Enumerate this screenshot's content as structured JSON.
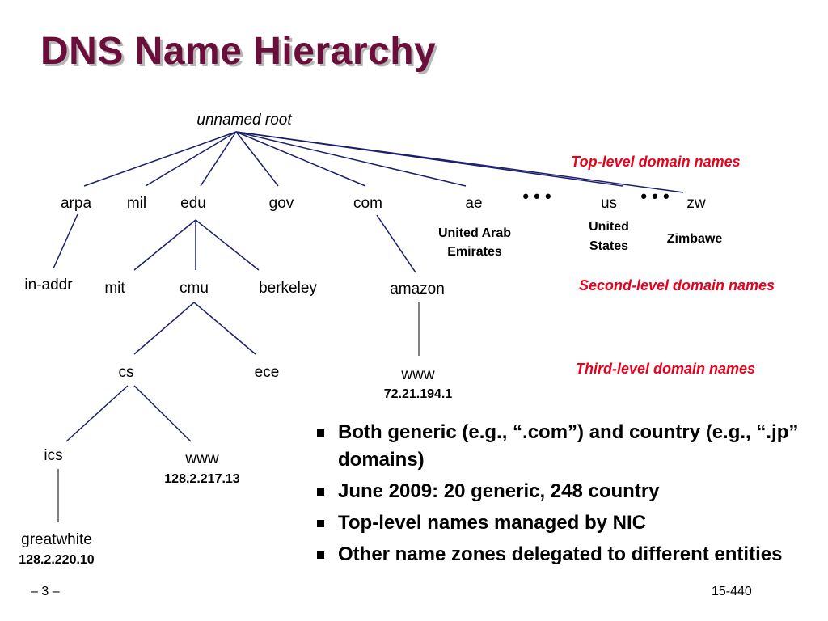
{
  "title": "DNS Name Hierarchy",
  "tree": {
    "root": "unnamed root",
    "levels": {
      "top": "Top-level domain names",
      "second": "Second-level domain names",
      "third": "Third-level domain names"
    },
    "level_color": "#e8001c",
    "edge_color": "#1a1f6b",
    "top_level": {
      "arpa": "arpa",
      "mil": "mil",
      "edu": "edu",
      "gov": "gov",
      "com": "com",
      "ae": "ae",
      "us": "us",
      "zw": "zw",
      "ellipsis": "• • •"
    },
    "country_names": {
      "ae_line1": "United Arab",
      "ae_line2": "Emirates",
      "us_line1": "United",
      "us_line2": "States",
      "zw": "Zimbawe"
    },
    "second_level": {
      "in_addr": "in-addr",
      "mit": "mit",
      "cmu": "cmu",
      "berkeley": "berkeley",
      "amazon": "amazon"
    },
    "third_level": {
      "cs": "cs",
      "ece": "ece",
      "amazon_www": "www",
      "amazon_www_ip": "72.21.194.1"
    },
    "fourth_level": {
      "ics": "ics",
      "cs_www": "www",
      "cs_www_ip": "128.2.217.13"
    },
    "fifth_level": {
      "greatwhite": "greatwhite",
      "greatwhite_ip": "128.2.220.10"
    }
  },
  "bullets": [
    "Both generic (e.g., “.com”) and country (e.g., “.jp” domains)",
    "June 2009: 20 generic, 248 country",
    "Top-level names managed by NIC",
    "Other name zones delegated to different entities"
  ],
  "footer": {
    "page": "– 3 –",
    "course": "15-440"
  }
}
